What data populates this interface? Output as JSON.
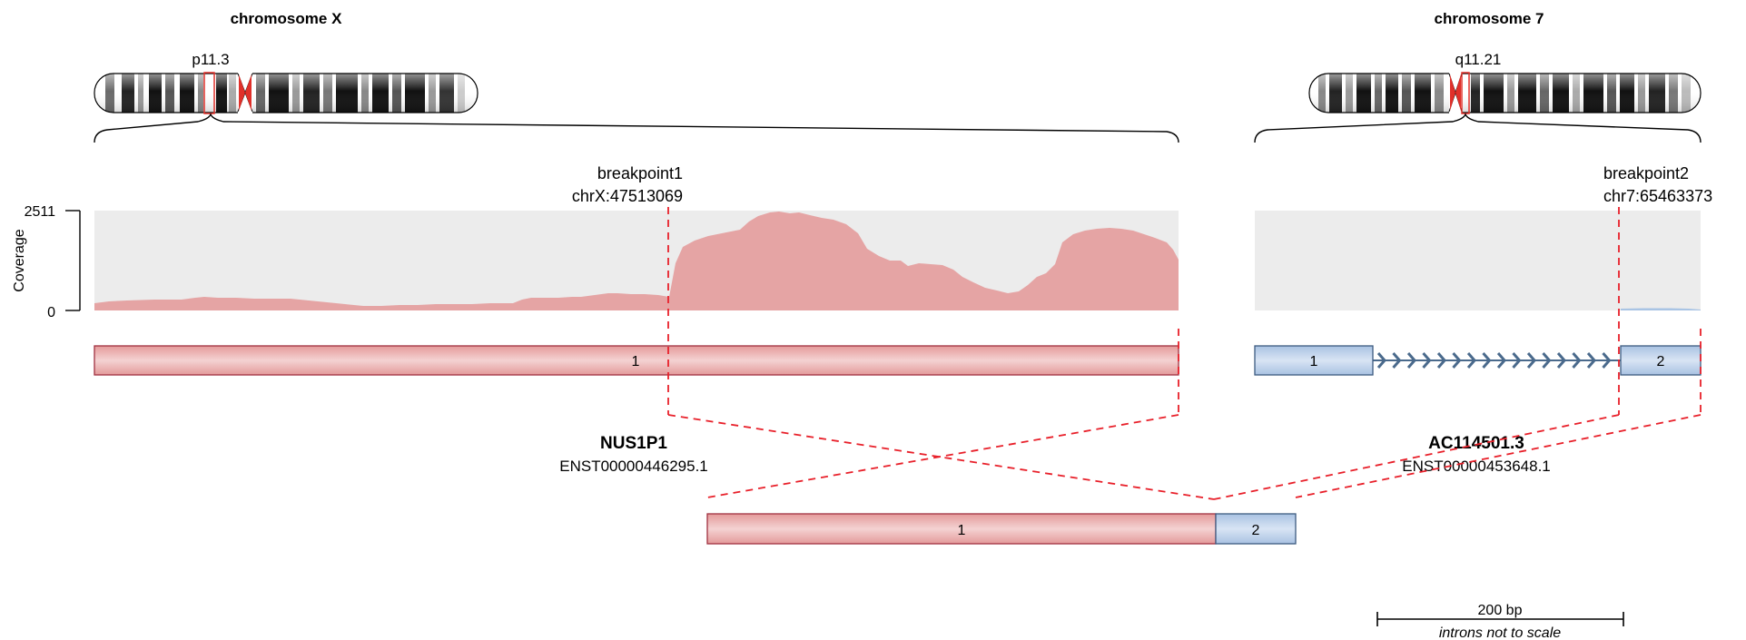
{
  "left_chromosome": {
    "title": "chromosome X",
    "band": "p11.3"
  },
  "right_chromosome": {
    "title": "chromosome 7",
    "band": "q11.21"
  },
  "coverage": {
    "axis_label": "Coverage",
    "max_label": "2511",
    "min_label": "0",
    "left_color": "#e5a4a4",
    "right_color": "#a9c4e4",
    "background_color": "#ececec"
  },
  "breakpoint1": {
    "label": "breakpoint1",
    "position": "chrX:47513069"
  },
  "breakpoint2": {
    "label": "breakpoint2",
    "position": "chr7:65463373"
  },
  "gene1": {
    "name": "NUS1P1",
    "transcript": "ENST00000446295.1",
    "exons": [
      "1"
    ],
    "color": "#eab2b2",
    "border_color": "#a03040"
  },
  "gene2": {
    "name": "AC114501.3",
    "transcript": "ENST00000453648.1",
    "exons": [
      "1",
      "2"
    ],
    "color": "#bcd0ea",
    "border_color": "#3c5a80"
  },
  "fusion": {
    "exons": [
      "1",
      "2"
    ]
  },
  "scale_bar": {
    "label": "200 bp",
    "note": "introns not to scale"
  },
  "colors": {
    "breakpoint_line": "#e8202a",
    "centromere": "#e0302a",
    "intron_arrow": "#4a6a8c"
  }
}
